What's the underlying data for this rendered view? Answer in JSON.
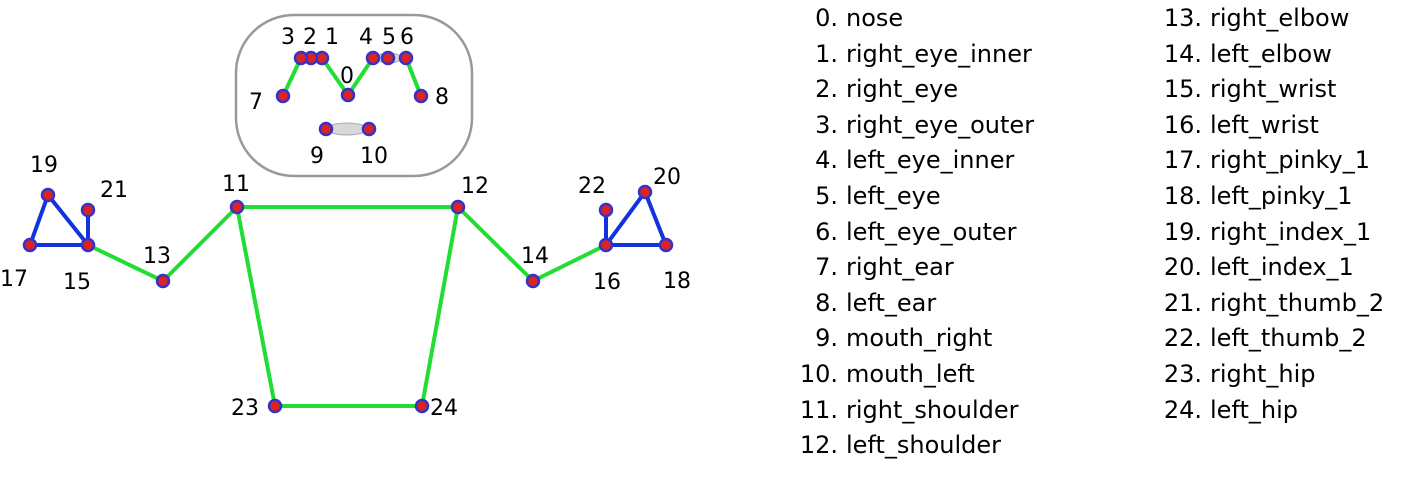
{
  "colors": {
    "torso_edge": "#22dd33",
    "hand_edge": "#1133dd",
    "point_fill": "#dd2222",
    "point_stroke": "#3333cc",
    "face_box_stroke": "#999999",
    "eye_mouth_fill": "#d8d8d8"
  },
  "landmarks": [
    {
      "id": "0",
      "name": "nose"
    },
    {
      "id": "1",
      "name": "right_eye_inner"
    },
    {
      "id": "2",
      "name": "right_eye"
    },
    {
      "id": "3",
      "name": "right_eye_outer"
    },
    {
      "id": "4",
      "name": "left_eye_inner"
    },
    {
      "id": "5",
      "name": "left_eye"
    },
    {
      "id": "6",
      "name": "left_eye_outer"
    },
    {
      "id": "7",
      "name": "right_ear"
    },
    {
      "id": "8",
      "name": "left_ear"
    },
    {
      "id": "9",
      "name": "mouth_right"
    },
    {
      "id": "10",
      "name": "mouth_left"
    },
    {
      "id": "11",
      "name": "right_shoulder"
    },
    {
      "id": "12",
      "name": "left_shoulder"
    },
    {
      "id": "13",
      "name": "right_elbow"
    },
    {
      "id": "14",
      "name": "left_elbow"
    },
    {
      "id": "15",
      "name": "right_wrist"
    },
    {
      "id": "16",
      "name": "left_wrist"
    },
    {
      "id": "17",
      "name": "right_pinky_1"
    },
    {
      "id": "18",
      "name": "left_pinky_1"
    },
    {
      "id": "19",
      "name": "right_index_1"
    },
    {
      "id": "20",
      "name": "left_index_1"
    },
    {
      "id": "21",
      "name": "right_thumb_2"
    },
    {
      "id": "22",
      "name": "left_thumb_2"
    },
    {
      "id": "23",
      "name": "right_hip"
    },
    {
      "id": "24",
      "name": "left_hip"
    }
  ],
  "legend_numbers": [
    "0.",
    "1.",
    "2.",
    "3.",
    "4.",
    "5.",
    "6.",
    "7.",
    "8.",
    "9.",
    "10.",
    "11.",
    "12.",
    "13.",
    "14.",
    "15.",
    "16.",
    "17.",
    "18.",
    "19.",
    "20.",
    "21.",
    "22.",
    "23.",
    "24."
  ],
  "edges_torso": [
    [
      "11",
      "12"
    ],
    [
      "11",
      "13"
    ],
    [
      "13",
      "15"
    ],
    [
      "12",
      "14"
    ],
    [
      "14",
      "16"
    ],
    [
      "11",
      "23"
    ],
    [
      "12",
      "24"
    ],
    [
      "23",
      "24"
    ],
    [
      "0",
      "1"
    ],
    [
      "0",
      "4"
    ],
    [
      "1",
      "2"
    ],
    [
      "2",
      "3"
    ],
    [
      "3",
      "7"
    ],
    [
      "4",
      "5"
    ],
    [
      "5",
      "6"
    ],
    [
      "6",
      "8"
    ],
    [
      "9",
      "10"
    ]
  ],
  "edges_hand": [
    [
      "15",
      "17"
    ],
    [
      "15",
      "19"
    ],
    [
      "15",
      "21"
    ],
    [
      "17",
      "19"
    ],
    [
      "16",
      "18"
    ],
    [
      "16",
      "20"
    ],
    [
      "16",
      "22"
    ],
    [
      "18",
      "20"
    ]
  ]
}
